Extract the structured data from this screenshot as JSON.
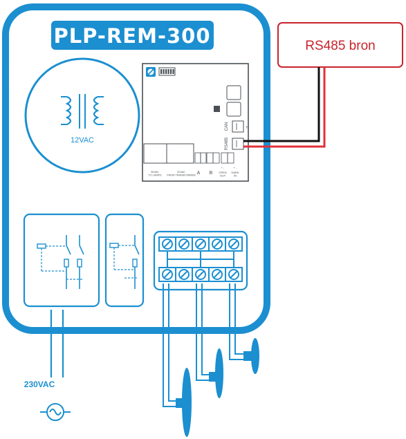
{
  "device": {
    "name": "PLP-REM-300",
    "transformer_label": "12VAC"
  },
  "callout": {
    "label": "RS485 bron"
  },
  "board": {
    "can_label": "CAN",
    "rs485_label": "RS485",
    "out_lamps_label": "30VAC\nTO LAMPS",
    "transformer_in_label": "22VAC\nFROM TRANSFORMER",
    "terminal_a": "A",
    "terminal_b": "B",
    "open_out_label": "OPEN\nOUT",
    "dark_in_label": "DARK\nIN",
    "plus_minus": "+ -"
  },
  "mains": {
    "label": "230VAC"
  },
  "colors": {
    "device_blue": "#1b8fd0",
    "wire_red": "#e0303a",
    "wire_black": "#111111",
    "callout_red": "#c8232c",
    "board_gray": "#6a6f75"
  },
  "icons": {
    "transformer": "transformer-icon",
    "ac_source": "ac-sine-icon",
    "push_button": "push-button-icon"
  }
}
